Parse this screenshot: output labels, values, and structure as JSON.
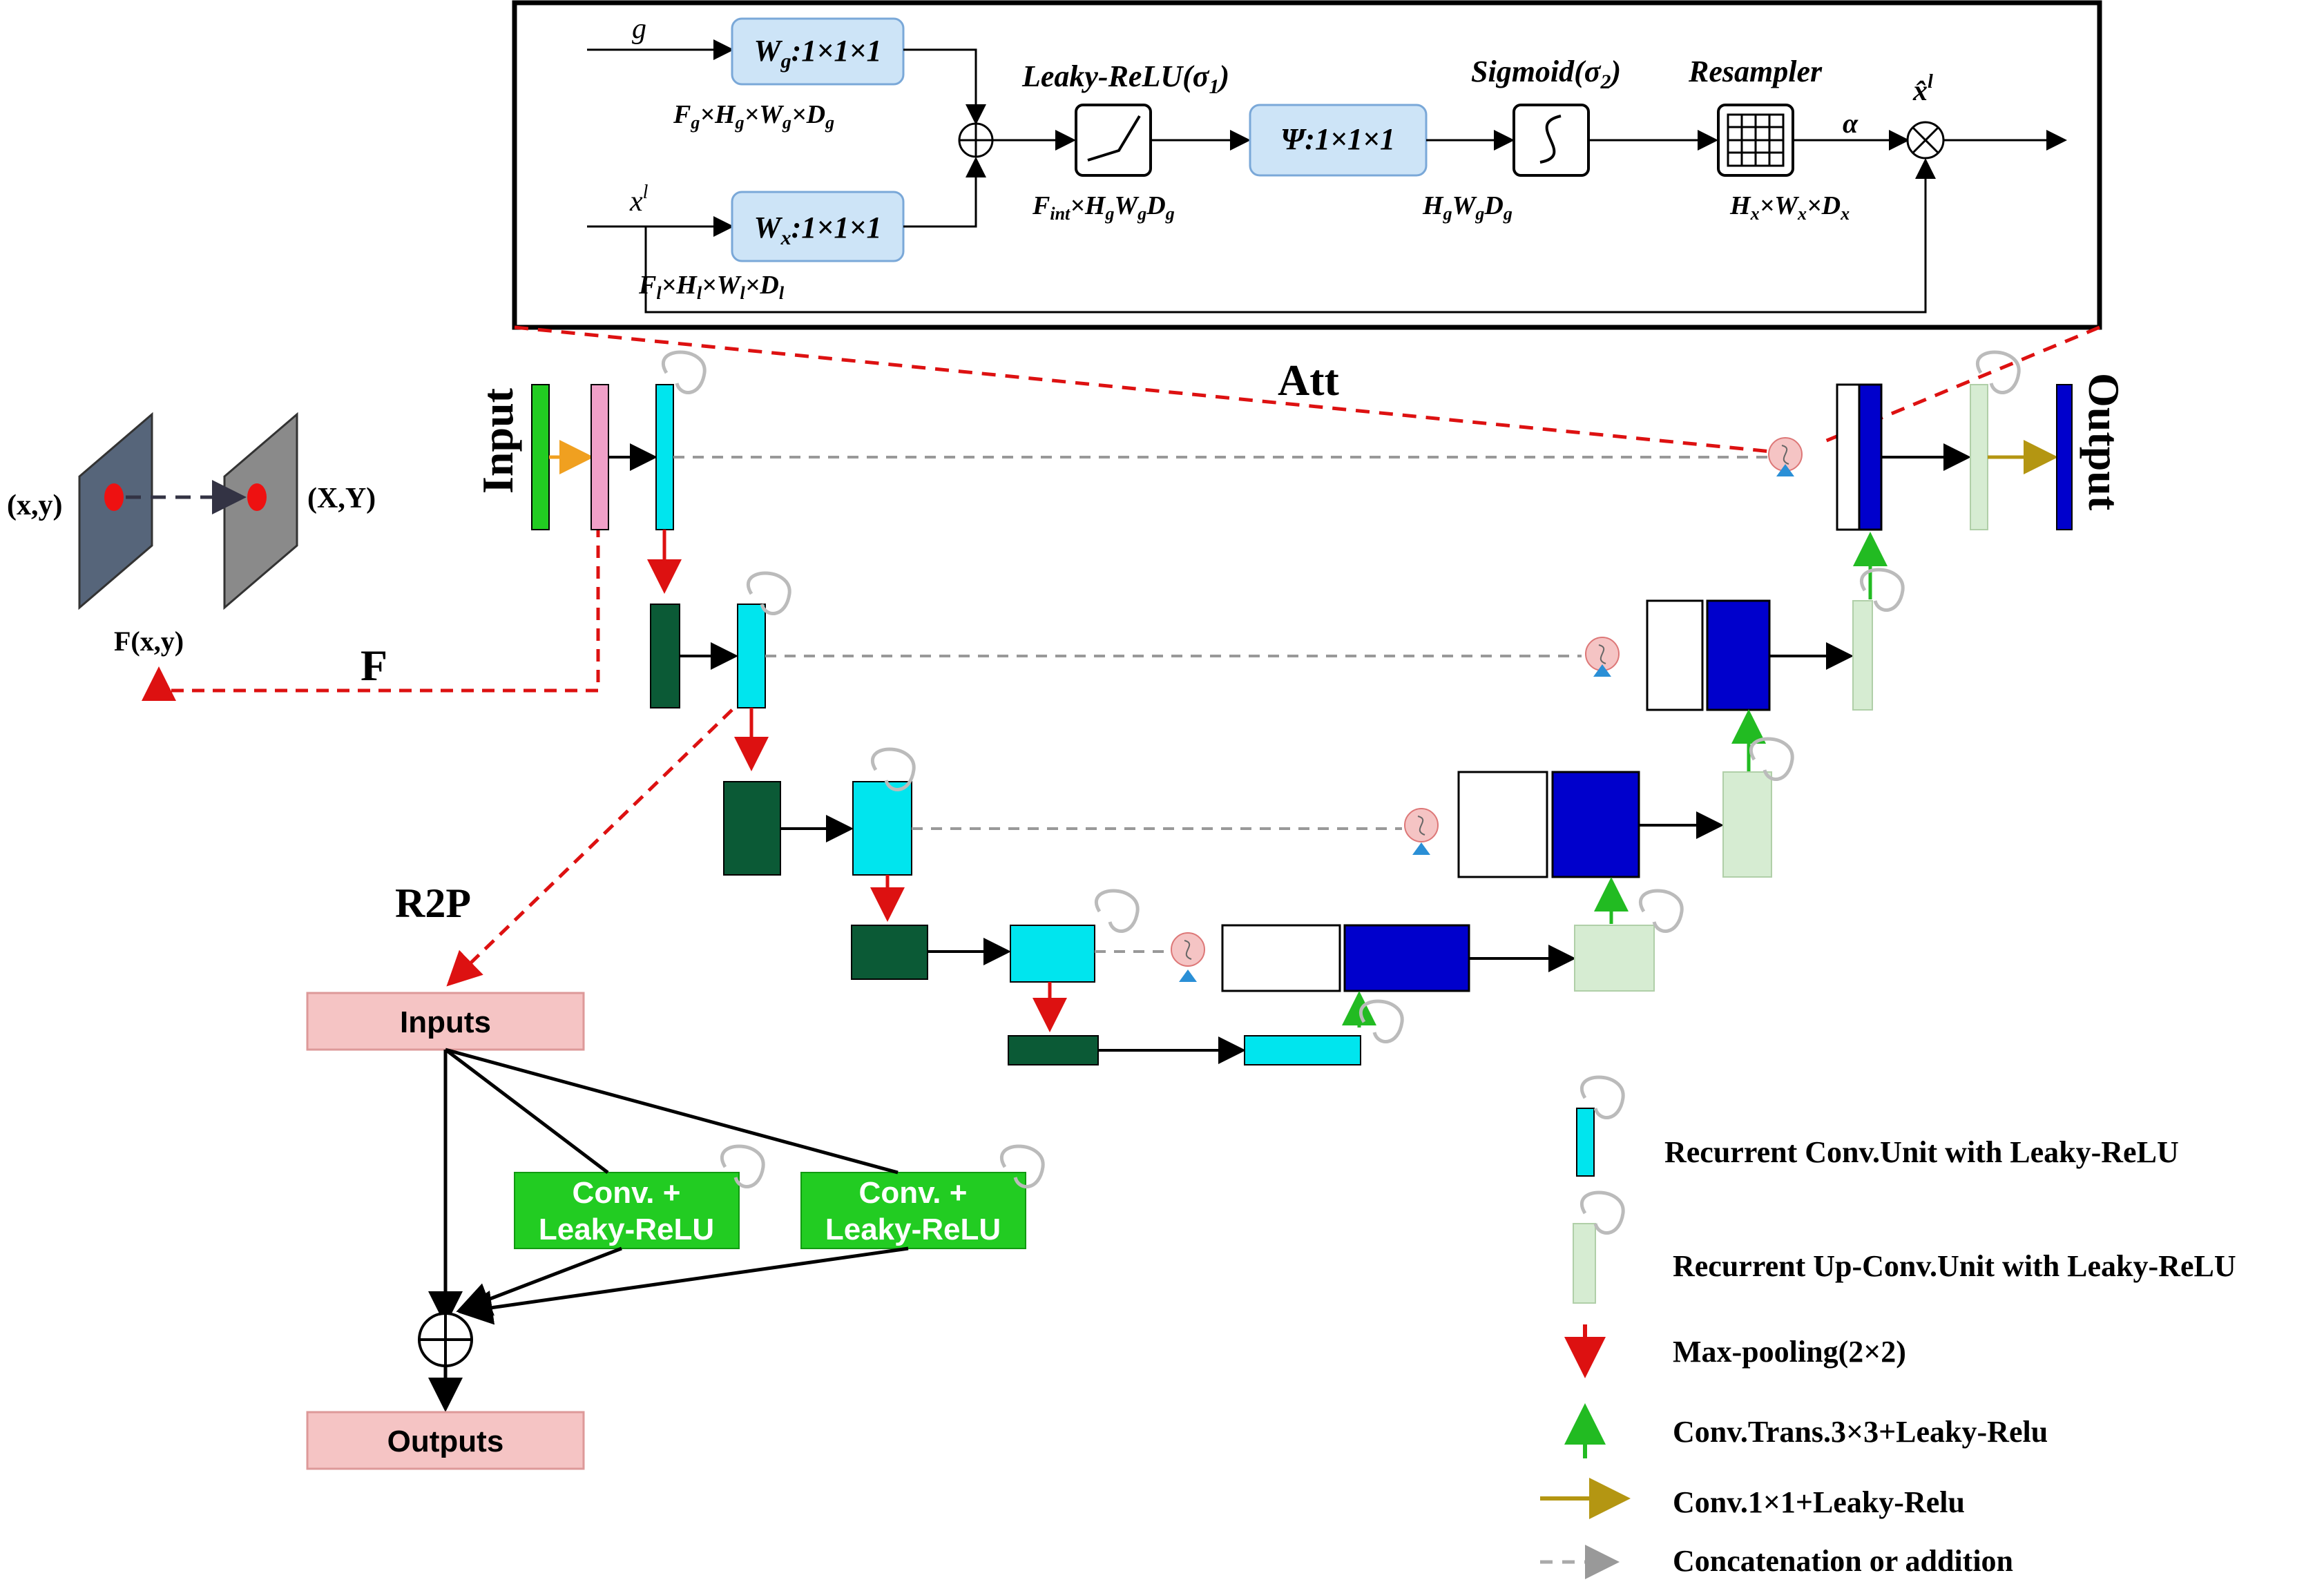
{
  "attention_gate": {
    "input_g": "g",
    "input_x": "x",
    "input_x_sup": "l",
    "wg_box": "W",
    "wg_sub": "g",
    "wg_rest": ":1×1×1",
    "wx_box": "W",
    "wx_sub": "x",
    "wx_rest": ":1×1×1",
    "wg_dims": "F_g×H_g×W_g×D_g",
    "wx_dims": "F_l×H_l×W_l×D_l",
    "leaky_label": "Leaky-ReLU(σ",
    "leaky_sub": "1",
    "psi_label": "Ψ:1×1×1",
    "sigmoid_label": "Sigmoid(σ",
    "sigmoid_sub": "2",
    "resampler_label": "Resampler",
    "alpha_label": "α",
    "out_label": "x̂",
    "out_sup": "l",
    "fint_dims": "F_int×H_gW_gD_g",
    "hgwg_dims": "H_gW_gD_g",
    "hx_dims": "H_x×W_x×D_x"
  },
  "main": {
    "att_label": "Att",
    "input_label": "Input",
    "output_label": "Output",
    "f_label": "F",
    "r2p_label": "R2P"
  },
  "transform": {
    "src_label": "(x,y)",
    "dst_label": "(X,Y)",
    "f_xy_label": "F(x,y)"
  },
  "r2p": {
    "inputs_label": "Inputs",
    "outputs_label": "Outputs",
    "conv1_line1": "Conv. +",
    "conv1_line2": "Leaky-ReLU",
    "conv2_line1": "Conv. +",
    "conv2_line2": "Leaky-ReLU"
  },
  "legend": {
    "items": [
      {
        "label": "Recurrent Conv.Unit with Leaky-ReLU",
        "icon": "cyan-unit-icon"
      },
      {
        "label": "Recurrent Up-Conv.Unit with Leaky-ReLU",
        "icon": "light-green-unit-icon"
      },
      {
        "label": "Max-pooling(2×2)",
        "icon": "red-down-arrow-icon"
      },
      {
        "label": "Conv.Trans.3×3+Leaky-Relu",
        "icon": "green-up-arrow-icon"
      },
      {
        "label": "Conv.1×1+Leaky-Relu",
        "icon": "olive-right-arrow-icon"
      },
      {
        "label": "Concatenation or addition",
        "icon": "gray-dashed-arrow-icon"
      }
    ]
  },
  "colors": {
    "cyan": "#00e5ee",
    "dark_green": "#0b5a36",
    "light_green": "#d6ecd2",
    "blue": "#0000cc",
    "pink": "#f5c4c4",
    "green_box": "#1ec81e",
    "red": "#dd1111",
    "gate_box": "#cde4f7",
    "olive": "#b49612",
    "orange": "#f0a020",
    "pink_bar": "#f0a0c8",
    "input_green": "#22cc22"
  }
}
